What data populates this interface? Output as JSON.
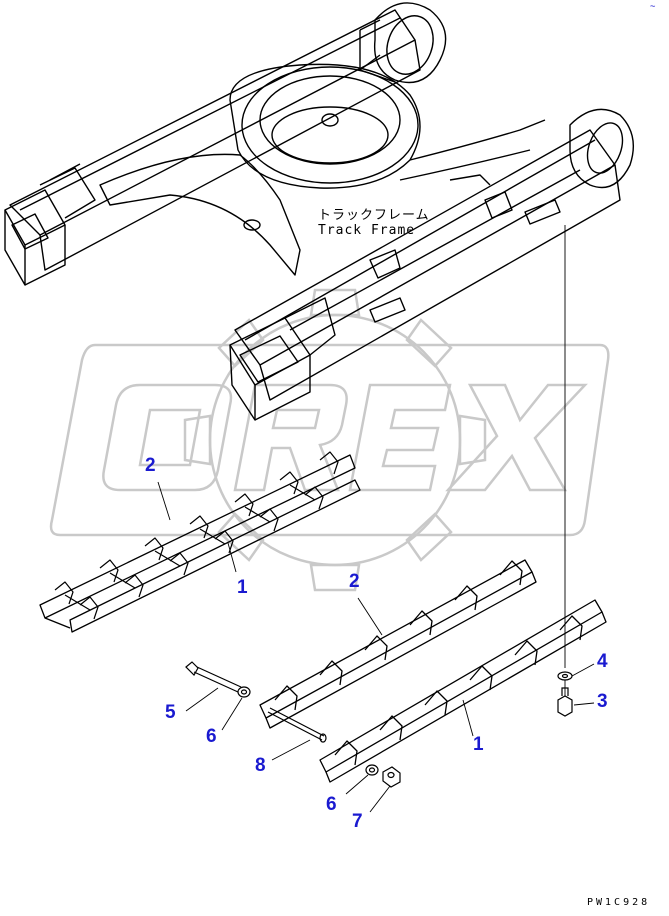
{
  "diagram": {
    "frame_label_jp": "トラックフレーム",
    "frame_label_en": "Track Frame",
    "watermark": "OREX",
    "drawing_code": "PW1C928",
    "corner_mark": "~",
    "callouts": [
      {
        "id": "c1a",
        "label": "1"
      },
      {
        "id": "c2a",
        "label": "2"
      },
      {
        "id": "c2b",
        "label": "2"
      },
      {
        "id": "c1b",
        "label": "1"
      },
      {
        "id": "c4",
        "label": "4"
      },
      {
        "id": "c3",
        "label": "3"
      },
      {
        "id": "c5",
        "label": "5"
      },
      {
        "id": "c6a",
        "label": "6"
      },
      {
        "id": "c8",
        "label": "8"
      },
      {
        "id": "c6b",
        "label": "6"
      },
      {
        "id": "c7",
        "label": "7"
      }
    ]
  }
}
